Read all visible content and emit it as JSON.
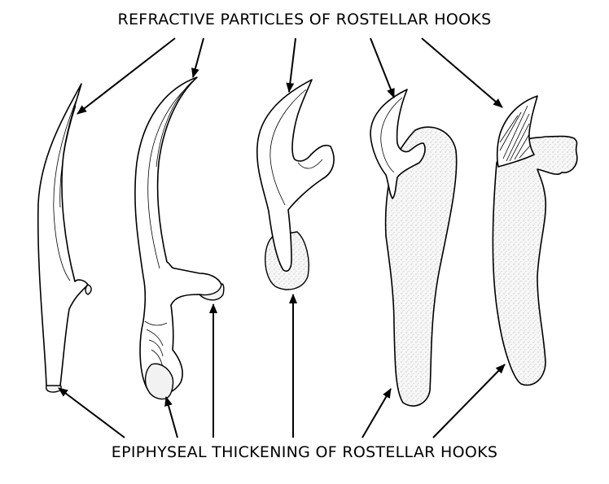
{
  "labels": {
    "top": "REFRACTIVE PARTICLES OF ROSTELLAR HOOKS",
    "bottom": "EPIPHYSEAL THICKENING OF ROSTELLAR HOOKS"
  },
  "hooks": [
    {
      "name": "hook-1"
    },
    {
      "name": "hook-2"
    },
    {
      "name": "hook-3"
    },
    {
      "name": "hook-4"
    },
    {
      "name": "hook-5"
    }
  ],
  "colors": {
    "ink": "#000000",
    "paper": "#ffffff",
    "stipple": "#f2f2f2"
  }
}
